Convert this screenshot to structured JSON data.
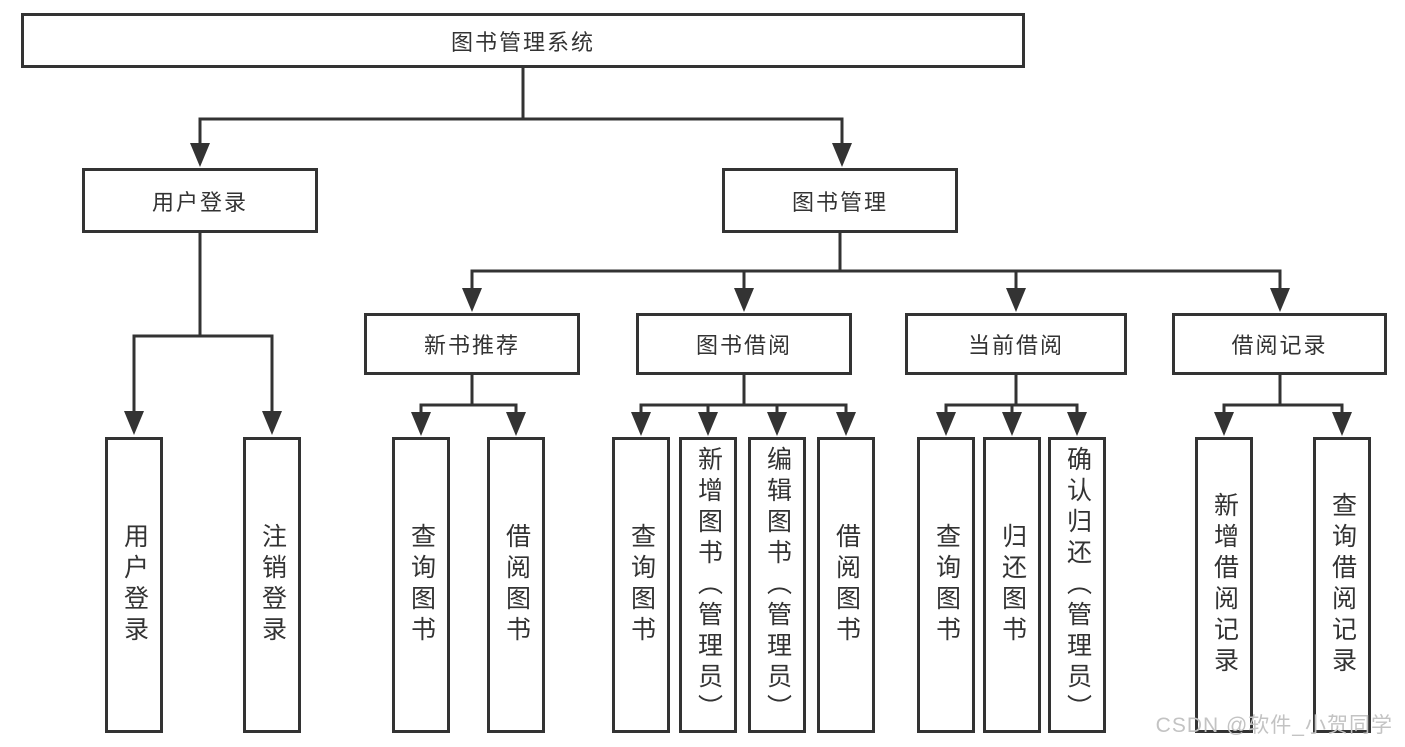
{
  "colors": {
    "line": "#333333",
    "box_border": "#333333",
    "text": "#333333",
    "watermark_text": "#c3c3c3",
    "background": "#ffffff"
  },
  "root": {
    "label": "图书管理系统"
  },
  "user_login": {
    "label": "用户登录",
    "children": [
      {
        "label": "用户登录"
      },
      {
        "label": "注销登录"
      }
    ]
  },
  "book_management": {
    "label": "图书管理",
    "groups": [
      {
        "label": "新书推荐",
        "children": [
          {
            "label": "查询图书"
          },
          {
            "label": "借阅图书"
          }
        ]
      },
      {
        "label": "图书借阅",
        "children": [
          {
            "label": "查询图书"
          },
          {
            "label": "新增图书（管理员）"
          },
          {
            "label": "编辑图书（管理员）"
          },
          {
            "label": "借阅图书"
          }
        ]
      },
      {
        "label": "当前借阅",
        "children": [
          {
            "label": "查询图书"
          },
          {
            "label": "归还图书"
          },
          {
            "label": "确认归还（管理员）"
          }
        ]
      },
      {
        "label": "借阅记录",
        "children": [
          {
            "label": "新增借阅记录"
          },
          {
            "label": "查询借阅记录"
          }
        ]
      }
    ]
  },
  "watermark": {
    "text": "CSDN @软件_小贺同学"
  }
}
